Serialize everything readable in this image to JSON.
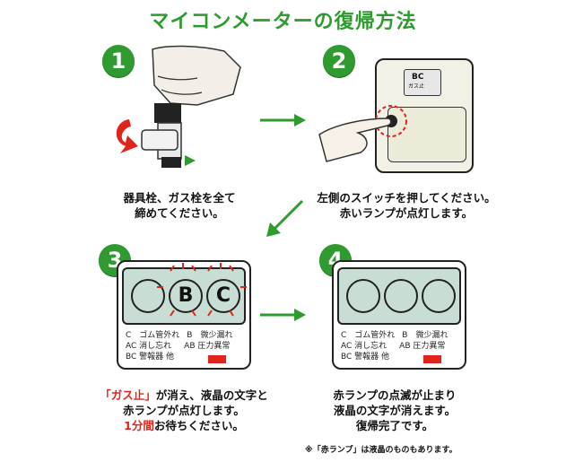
{
  "title": "マイコンメーターの復帰方法",
  "steps": [
    {
      "number": "1",
      "caption_lines": [
        "器具栓、ガス栓を全て",
        "締めてください。"
      ]
    },
    {
      "number": "2",
      "caption_lines": [
        "左側のスイッチを押してください。",
        "赤いランプが点灯します。"
      ],
      "meter_window_label": "BC",
      "meter_window_small": "ガス止"
    },
    {
      "number": "3",
      "caption_line1_red": "「ガス止」",
      "caption_line1_rest": "が消え、液晶の文字と",
      "caption_line2": "赤ランプが点灯します。",
      "caption_line3_red": "1分間",
      "caption_line3_rest": "お待ちください。",
      "display_letters": [
        "B",
        "C"
      ]
    },
    {
      "number": "4",
      "caption_lines": [
        "赤ランプの点滅が止まり",
        "液晶の文字が消えます。",
        "復帰完了です。"
      ],
      "footnote": "※「赤ランプ」は液晶のものもあります。"
    }
  ],
  "legend": {
    "row1_left": "C　ゴム管外れ",
    "row1_right": "B　微少漏れ",
    "row2_left": "AC 消し忘れ",
    "row2_right": "AB 圧力異常",
    "row3_left": "BC 警報器 他"
  },
  "colors": {
    "brand_green": "#2f9a2f",
    "alert_red": "#e0241a",
    "lcd": "#c8ddd3"
  }
}
